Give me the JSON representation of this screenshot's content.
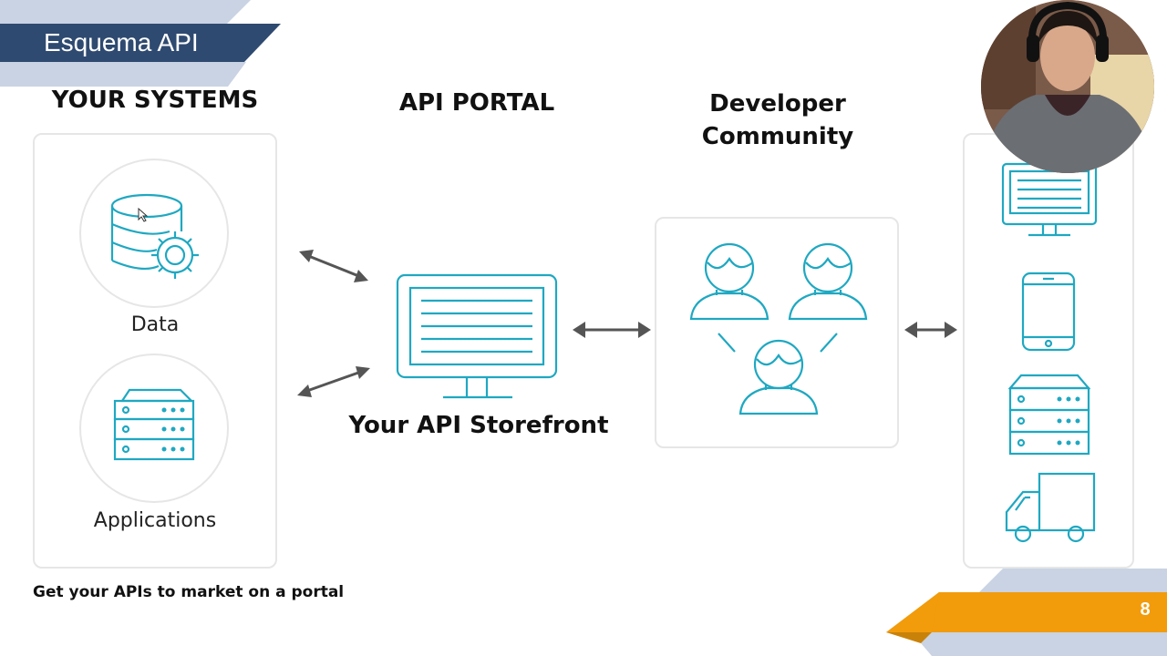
{
  "slide": {
    "title": "Esquema API",
    "page_number": "8",
    "caption": "Get your APIs to market on a portal"
  },
  "sections": {
    "systems_title": "YOUR SYSTEMS",
    "portal_title": "API PORTAL",
    "community_title": "Developer Community"
  },
  "systems": {
    "data_label": "Data",
    "applications_label": "Applications"
  },
  "portal": {
    "storefront_label": "Your API Storefront"
  },
  "colors": {
    "accent": "#1fa8c1",
    "banner_dark": "#2f4a70",
    "banner_light": "#c9d3e3",
    "orange": "#f29b0b",
    "arrow": "#555555"
  },
  "icons": [
    "database-gear-icon",
    "server-icon",
    "monitor-icon",
    "users-icon",
    "desktop-icon",
    "phone-icon",
    "server-icon",
    "truck-icon",
    "double-arrow-icon",
    "cursor-icon"
  ]
}
